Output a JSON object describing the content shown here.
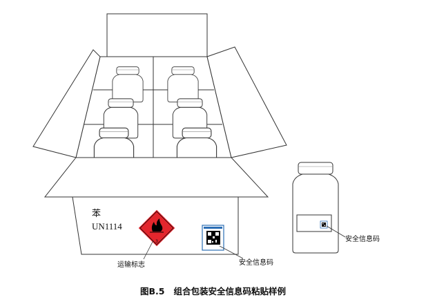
{
  "box": {
    "name_label": "苯",
    "un_number": "UN1114"
  },
  "hazard_label": {
    "class_number": "3",
    "color": "#e3262d"
  },
  "callouts": {
    "transport_mark": "运输标志",
    "safety_code_box": "安全信息码",
    "safety_code_bottle": "安全信息码"
  },
  "caption": "图B.5   组合包装安全信息码粘贴样例"
}
